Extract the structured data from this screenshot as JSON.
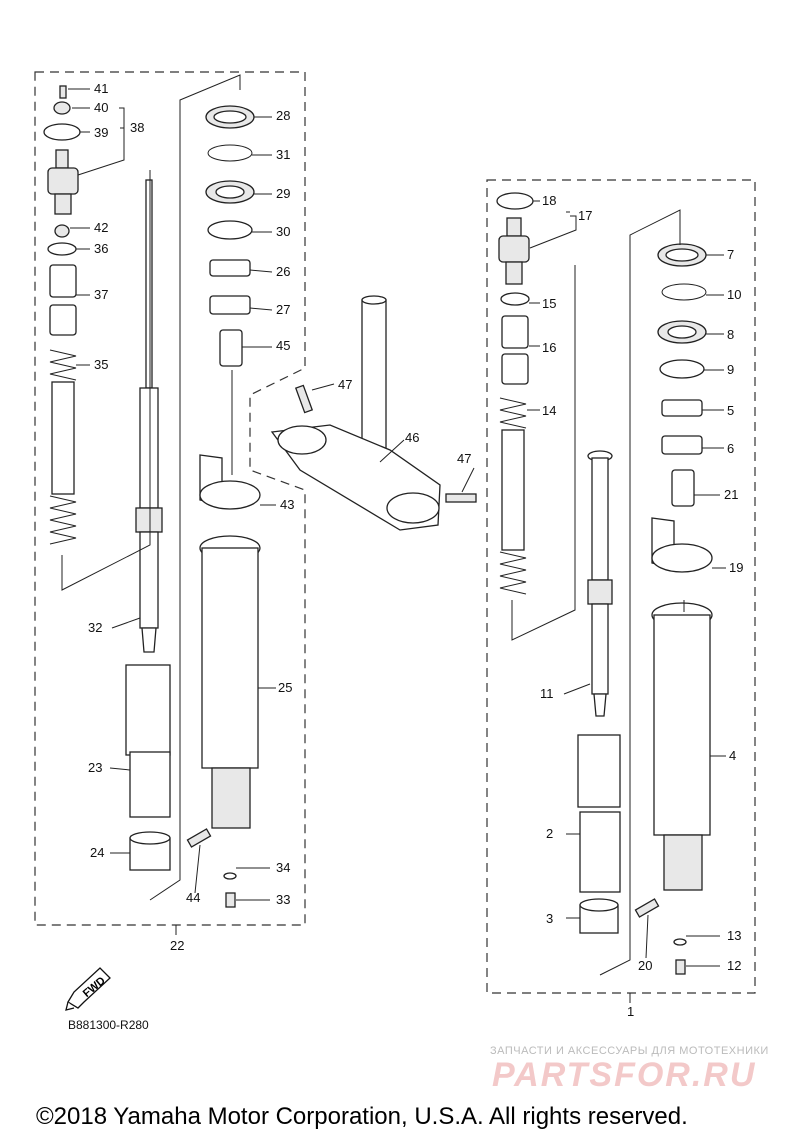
{
  "callouts": [
    "1",
    "2",
    "3",
    "4",
    "5",
    "6",
    "7",
    "8",
    "9",
    "10",
    "11",
    "12",
    "13",
    "14",
    "15",
    "16",
    "17",
    "18",
    "19",
    "20",
    "21",
    "22",
    "23",
    "24",
    "25",
    "26",
    "27",
    "28",
    "29",
    "30",
    "31",
    "32",
    "33",
    "34",
    "35",
    "36",
    "37",
    "38",
    "39",
    "40",
    "41",
    "42",
    "43",
    "44",
    "45",
    "46",
    "47",
    "47"
  ],
  "fwd_label": "FWD",
  "diagram_code": "B881300-R280",
  "watermark_caption": "ЗАПЧАСТИ И АКСЕССУАРЫ ДЛЯ МОТОТЕХНИКИ",
  "watermark_logo": "PARTSFOR.RU",
  "copyright": "©2018 Yamaha Motor Corporation, U.S.A. All rights reserved."
}
